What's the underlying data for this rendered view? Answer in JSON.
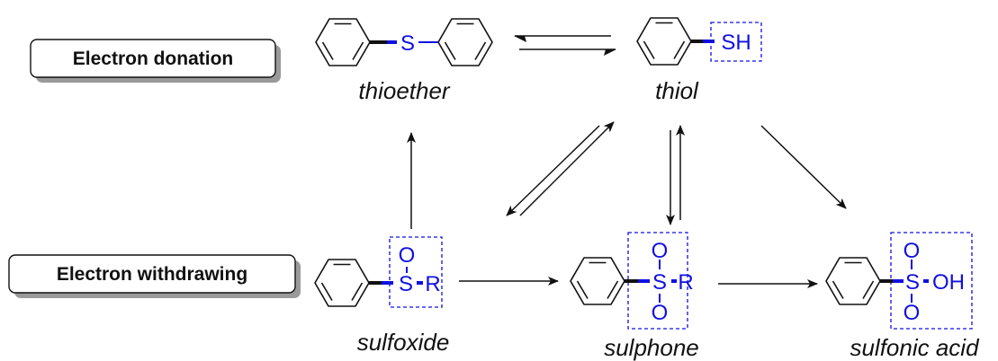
{
  "colors": {
    "ink": "#111111",
    "highlight": "#1010e0",
    "box_shadow": "#9a9a9a"
  },
  "labels": {
    "donation": "Electron donation",
    "withdrawing": "Electron withdrawing"
  },
  "captions": {
    "thioether": "thioether",
    "thiol": "thiol",
    "sulfoxide": "sulfoxide",
    "sulphone": "sulphone",
    "sulfonic_acid": "sulfonic acid"
  },
  "atoms": {
    "thioether_s": "S",
    "thiol_sh": "SH",
    "sulfoxide_o": "O",
    "sulfoxide_s": "S",
    "sulfoxide_r": "R",
    "sulphone_o_top": "O",
    "sulphone_s": "S",
    "sulphone_r": "R",
    "sulphone_o_bottom": "O",
    "sulfonic_o_top": "O",
    "sulfonic_s": "S",
    "sulfonic_oh": "OH",
    "sulfonic_o_bottom": "O"
  }
}
